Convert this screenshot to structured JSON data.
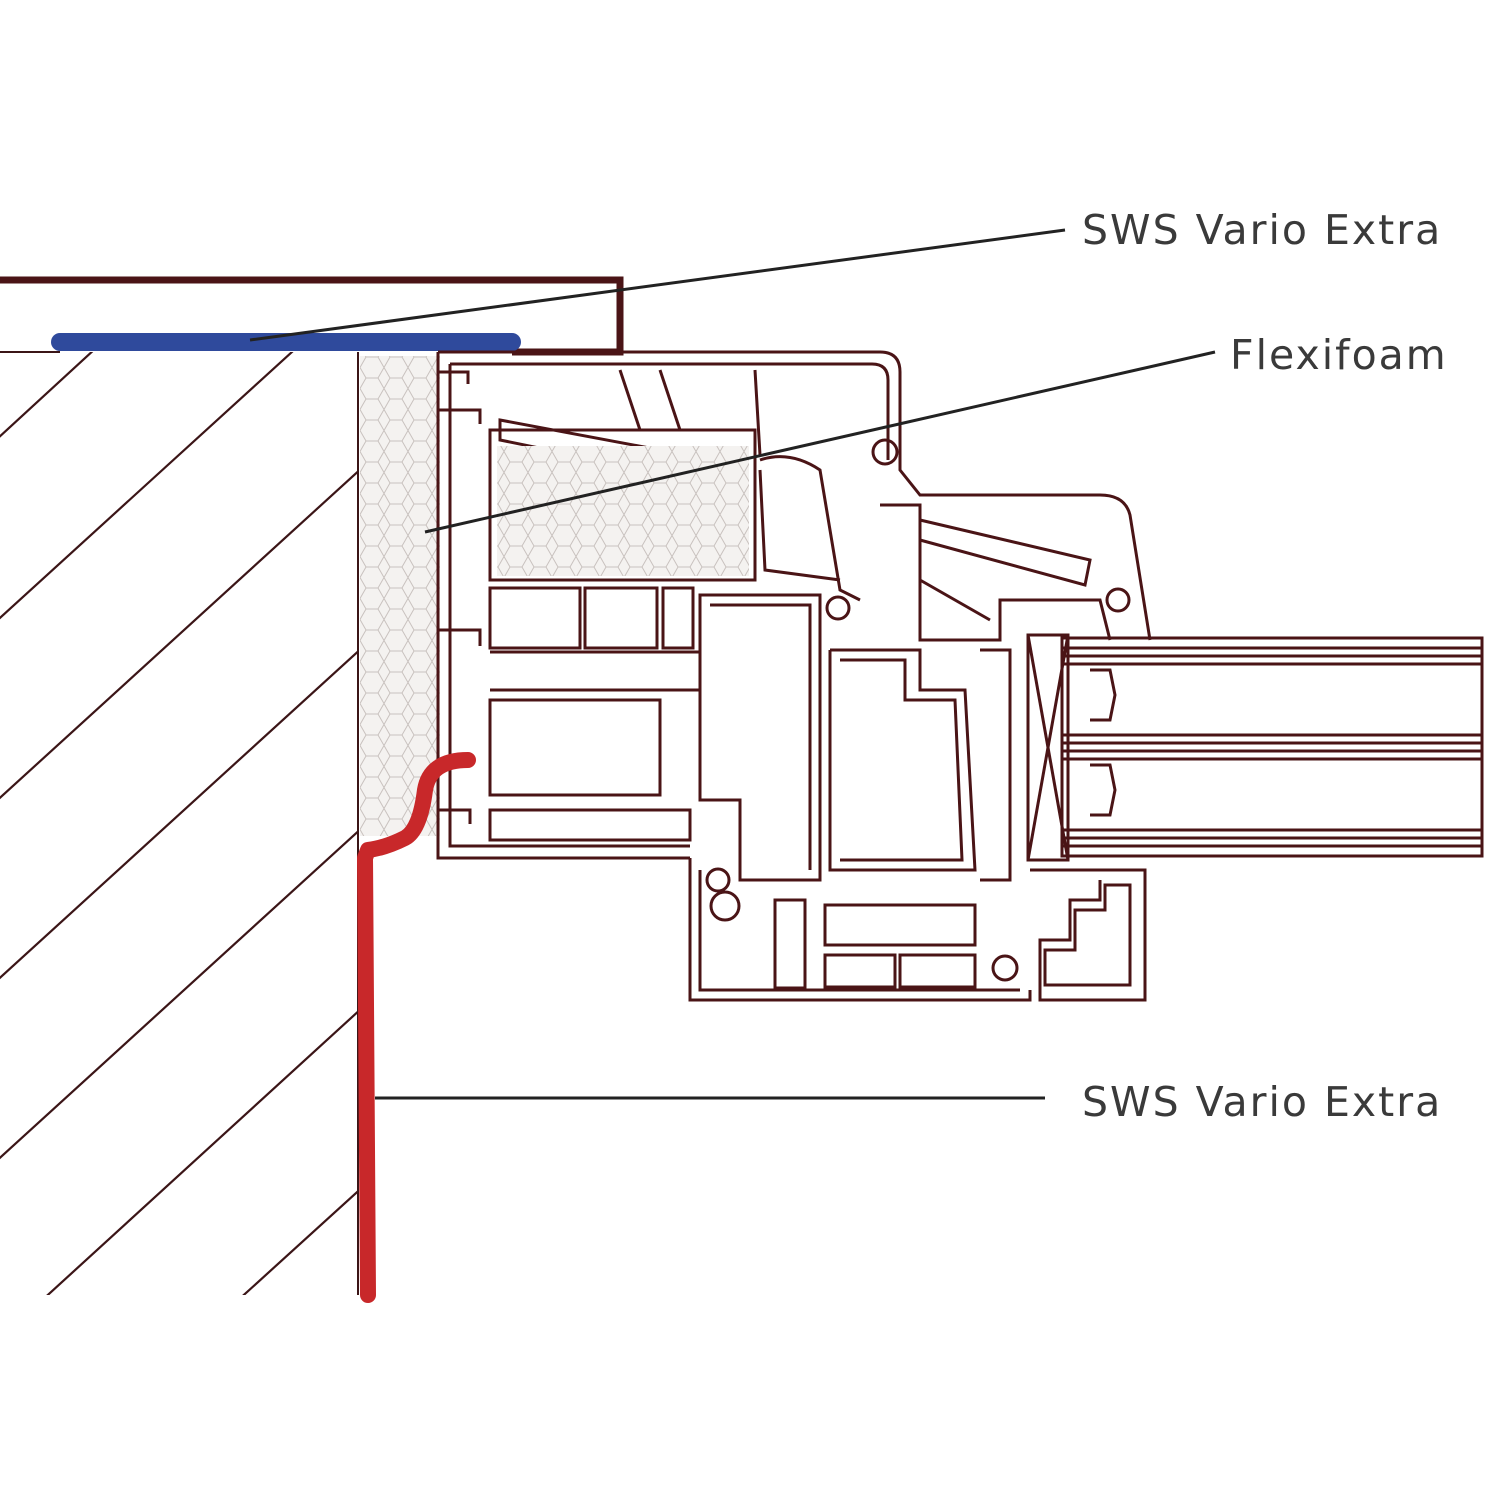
{
  "labels": {
    "membrane_top": "SWS Vario Extra",
    "foam": "Flexifoam",
    "membrane_bottom": "SWS Vario Extra"
  },
  "colors": {
    "background": "#ffffff",
    "profile_outline": "#4a1416",
    "wall_hatch": "#3b1517",
    "membrane_top": "#2f4a9c",
    "membrane_bottom": "#c8282a",
    "foam_fill": "#f4f2f0",
    "leader_line": "#222222",
    "label_text": "#3a3a3a"
  }
}
